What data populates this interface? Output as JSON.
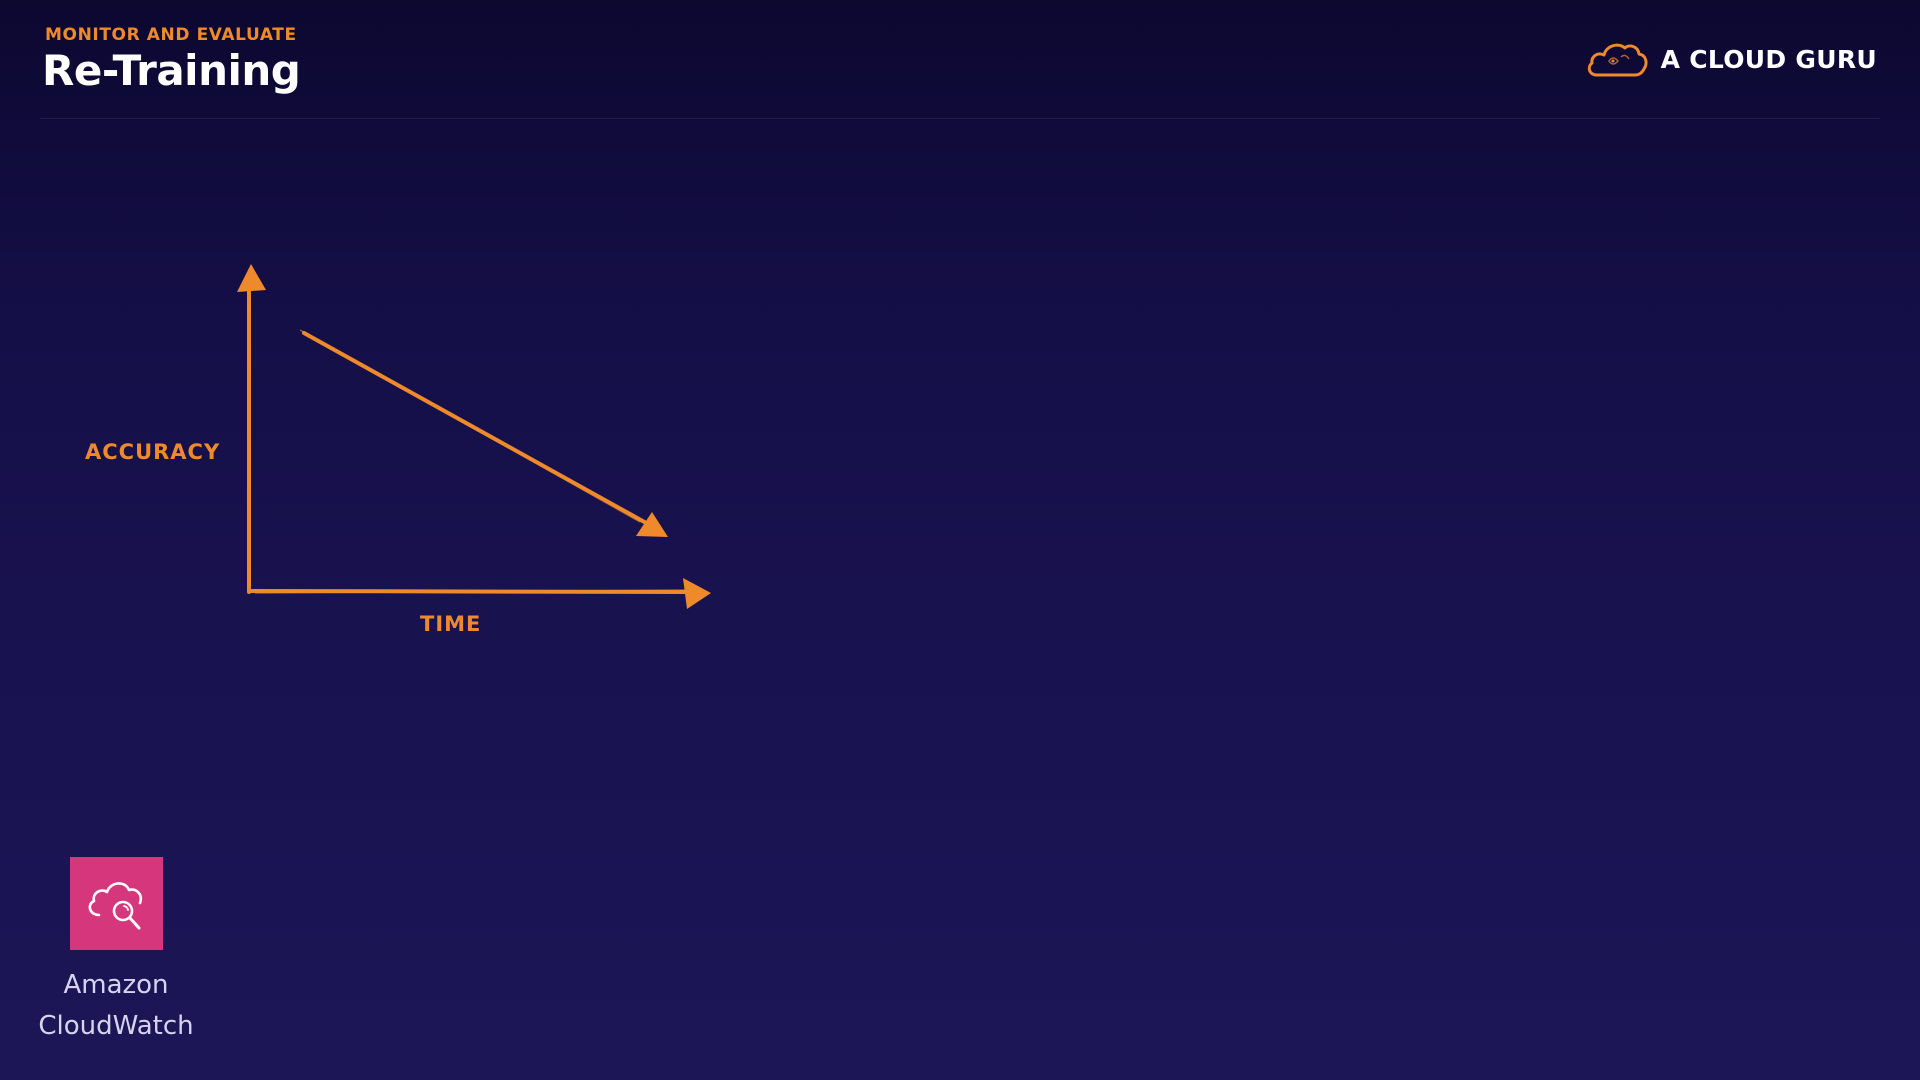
{
  "header": {
    "eyebrow": "MONITOR AND EVALUATE",
    "title": "Re-Training",
    "brand_name": "A CLOUD GURU",
    "brand_icon": "cloud-logo-icon"
  },
  "diagram": {
    "y_axis_label": "ACCURACY",
    "x_axis_label": "TIME",
    "trend": "decreasing",
    "accent_color": "#ef8a2c"
  },
  "service": {
    "name_line1": "Amazon",
    "name_line2": "CloudWatch",
    "icon": "cloudwatch-icon",
    "tile_color": "#d6377c"
  }
}
